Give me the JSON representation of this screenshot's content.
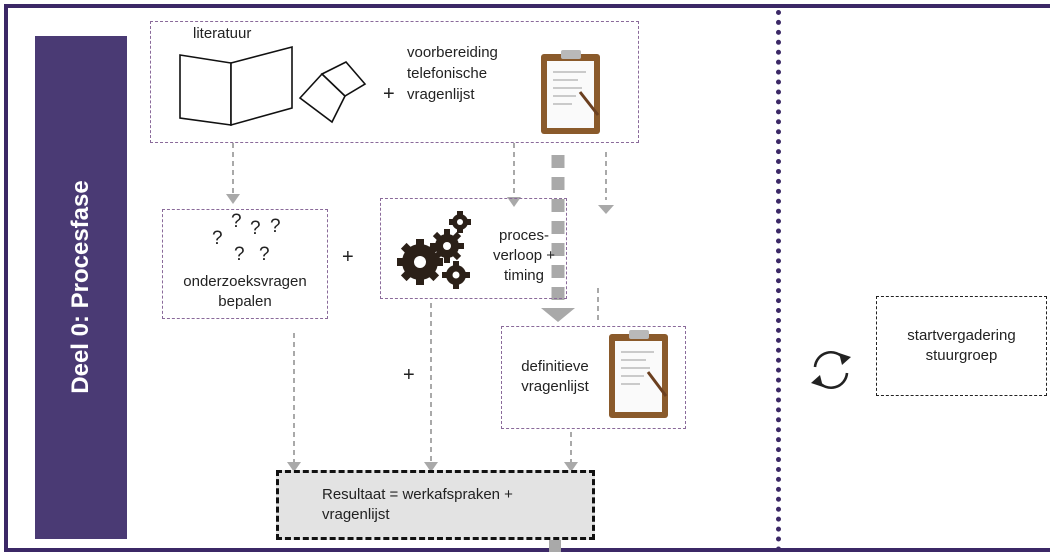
{
  "phase": {
    "label": "Deel 0: Procesfase"
  },
  "top_box": {
    "literature_label": "literatuur",
    "plus": "+",
    "prep_lines": [
      "voorbereiding",
      "telefonische",
      "vragenlijst"
    ]
  },
  "research_box": {
    "question_marks": [
      "?",
      "?",
      "?",
      "?",
      "?",
      "?"
    ],
    "lines": [
      "onderzoeksvragen",
      "bepalen"
    ]
  },
  "process_box": {
    "lines": [
      "proces-",
      "verloop +",
      "timing"
    ]
  },
  "final_box": {
    "lines": [
      "definitieve",
      "vragenlijst"
    ]
  },
  "plus_signs": [
    "+",
    "+"
  ],
  "result_box": {
    "lines": [
      "Resultaat = werkafspraken +",
      "vragenlijst"
    ]
  },
  "right_panel": {
    "meeting_lines": [
      "startvergadering",
      "stuurgroep"
    ]
  },
  "icons": [
    "book-icon",
    "clipboard-icon",
    "gears-icon",
    "refresh-icon"
  ],
  "colors": {
    "border_dark": "#3b2866",
    "phase_band": "#4a3a74",
    "box_border": "#8a6a9a",
    "result_fill": "#e3e3e3",
    "arrow_grey": "#a9a9a9",
    "clipboard_brown": "#8a5a2b"
  }
}
